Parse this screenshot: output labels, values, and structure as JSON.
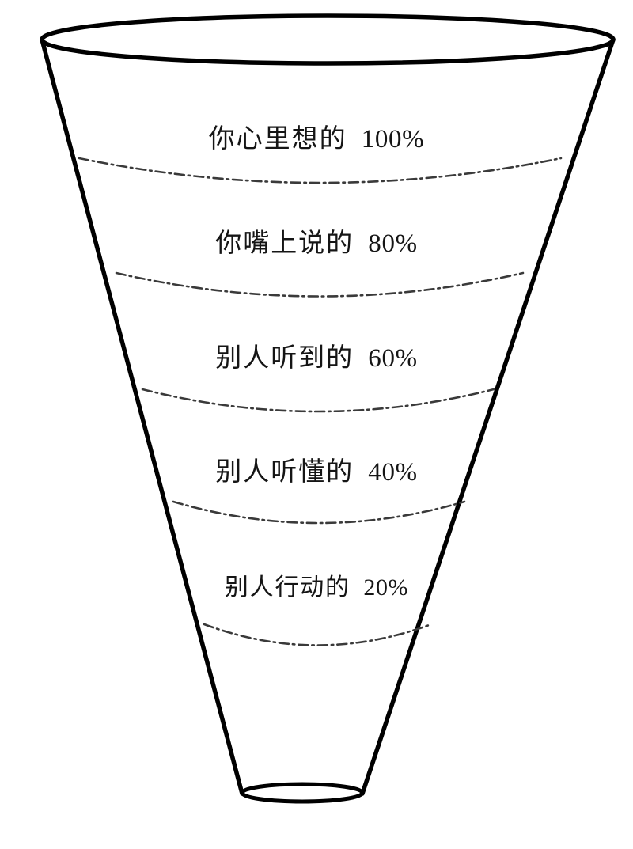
{
  "chart_data": {
    "type": "funnel",
    "title": "",
    "subtitle": "",
    "xlabel": "",
    "ylabel": "",
    "legend": [],
    "grid": false,
    "orientation": "vertical-inverted-cone",
    "categories": [
      "你心里想的",
      "你嘴上说的",
      "别人听到的",
      "别人听懂的",
      "别人行动的"
    ],
    "values": [
      100,
      80,
      60,
      40,
      20
    ],
    "value_suffix": "%",
    "labels": [
      "你心里想的  100%",
      "你嘴上说的  80%",
      "别人听到的  60%",
      "别人听懂的  40%",
      "别人行动的  20%"
    ],
    "stages": [
      {
        "index": 1,
        "name": "你心里想的",
        "value": 100,
        "display": "100%"
      },
      {
        "index": 2,
        "name": "你嘴上说的",
        "value": 80,
        "display": "80%"
      },
      {
        "index": 3,
        "name": "别人听到的",
        "value": 60,
        "display": "60%"
      },
      {
        "index": 4,
        "name": "别人听懂的",
        "value": 40,
        "display": "40%"
      },
      {
        "index": 5,
        "name": "别人行动的",
        "value": 20,
        "display": "20%"
      }
    ],
    "colors": {
      "background": "#ffffff",
      "outline": "#000000",
      "divider": "#3a3a3a",
      "text": "#151515"
    },
    "ylim": [
      0,
      100
    ]
  },
  "figure": {
    "background_color": "#ffffff",
    "outline_color": "#000000",
    "divider_color": "#3a3a3a",
    "text_color": "#151515"
  },
  "labels": {
    "row0": {
      "text": "你心里想的",
      "pct": "100%"
    },
    "row1": {
      "text": "你嘴上说的",
      "pct": "80%"
    },
    "row2": {
      "text": "别人听到的",
      "pct": "60%"
    },
    "row3": {
      "text": "别人听懂的",
      "pct": "40%"
    },
    "row4": {
      "text": "别人行动的",
      "pct": "20%"
    }
  }
}
